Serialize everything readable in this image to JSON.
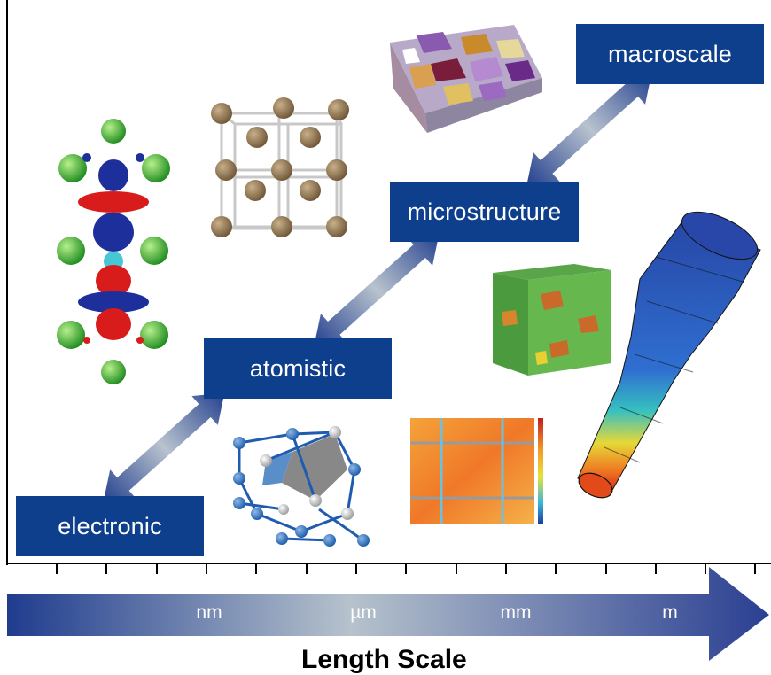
{
  "diagram": {
    "scale_levels": {
      "electronic": "electronic",
      "atomistic": "atomistic",
      "microstructure": "microstructure",
      "macroscale": "macroscale"
    },
    "axis": {
      "units": [
        "nm",
        "µm",
        "mm",
        "m"
      ],
      "title": "Length Scale"
    },
    "colors": {
      "box": "#0e3f8c",
      "arrow_dark": "#22398a",
      "arrow_light": "#b4c0cc"
    }
  }
}
